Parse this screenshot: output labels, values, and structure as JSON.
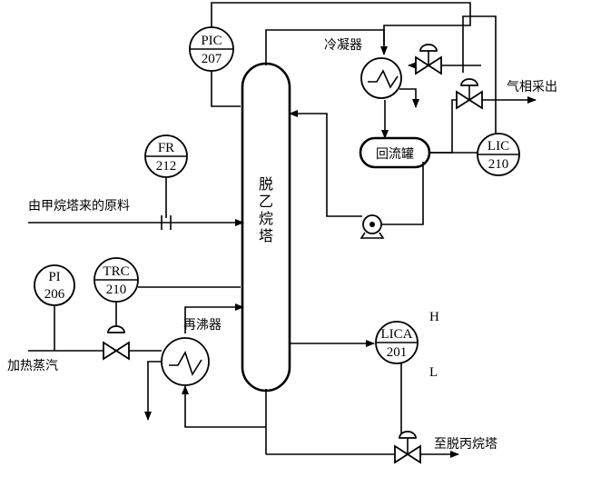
{
  "column": {
    "label_chars": [
      "脱",
      "乙",
      "烷",
      "塔"
    ]
  },
  "equipment": {
    "condenser": "冷凝器",
    "reflux_drum": "回流罐",
    "reboiler": "再沸器"
  },
  "instruments": {
    "pic": {
      "tag": "PIC",
      "num": "207"
    },
    "fr": {
      "tag": "FR",
      "num": "212"
    },
    "pi": {
      "tag": "PI",
      "num": "206"
    },
    "trc": {
      "tag": "TRC",
      "num": "210"
    },
    "lic": {
      "tag": "LIC",
      "num": "210"
    },
    "lica": {
      "tag": "LICA",
      "num": "201"
    }
  },
  "streams": {
    "feed": "由甲烷塔来的原料",
    "steam": "加热蒸汽",
    "vapor_out": "气相采出",
    "bottom_out": "至脱丙烷塔"
  },
  "alarms": {
    "high": "H",
    "low": "L"
  }
}
